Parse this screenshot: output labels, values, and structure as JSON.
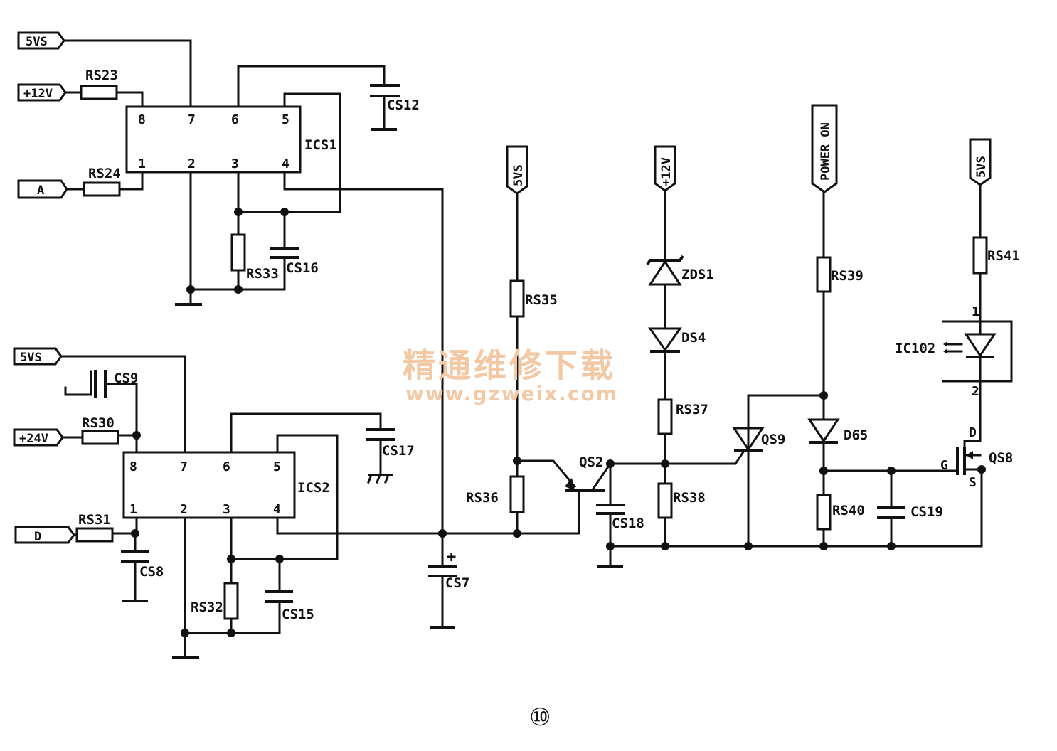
{
  "ports": {
    "p_5vs_1": "5VS",
    "p_12v_1": "+12V",
    "p_a": "A",
    "p_5vs_2": "5VS",
    "p_24v": "+24V",
    "p_d": "D",
    "p_5vs_v1": "5VS",
    "p_12v_v": "+12V",
    "p_power_on": "POWER ON",
    "p_5vs_v2": "5VS"
  },
  "ics": {
    "ics1": "ICS1",
    "ics2": "ICS2",
    "ic102": "IC102"
  },
  "pins": {
    "ics1_8": "8",
    "ics1_7": "7",
    "ics1_6": "6",
    "ics1_5": "5",
    "ics1_1": "1",
    "ics1_2": "2",
    "ics1_3": "3",
    "ics1_4": "4",
    "ics2_8": "8",
    "ics2_7": "7",
    "ics2_6": "6",
    "ics2_5": "5",
    "ics2_1": "1",
    "ics2_2": "2",
    "ics2_3": "3",
    "ics2_4": "4",
    "ic102_1": "1",
    "ic102_2": "2",
    "qs8_d": "D",
    "qs8_g": "G",
    "qs8_s": "S"
  },
  "components": {
    "rs23": "RS23",
    "rs24": "RS24",
    "cs12": "CS12",
    "rs33": "RS33",
    "cs16": "CS16",
    "cs9": "CS9",
    "rs30": "RS30",
    "rs31": "RS31",
    "cs8": "CS8",
    "cs17": "CS17",
    "rs32": "RS32",
    "cs15": "CS15",
    "cs7": "CS7",
    "cs7_plus": "+",
    "rs35": "RS35",
    "rs36": "RS36",
    "qs2": "QS2",
    "cs18": "CS18",
    "zds1": "ZDS1",
    "ds4": "DS4",
    "rs37": "RS37",
    "rs38": "RS38",
    "qs9": "QS9",
    "rs39": "RS39",
    "d65": "D65",
    "rs40": "RS40",
    "cs19": "CS19",
    "rs41": "RS41",
    "qs8": "QS8"
  },
  "watermark": {
    "cn": "精通维修下载",
    "url": "www.gzweix.com"
  },
  "figure_number": "⑩"
}
